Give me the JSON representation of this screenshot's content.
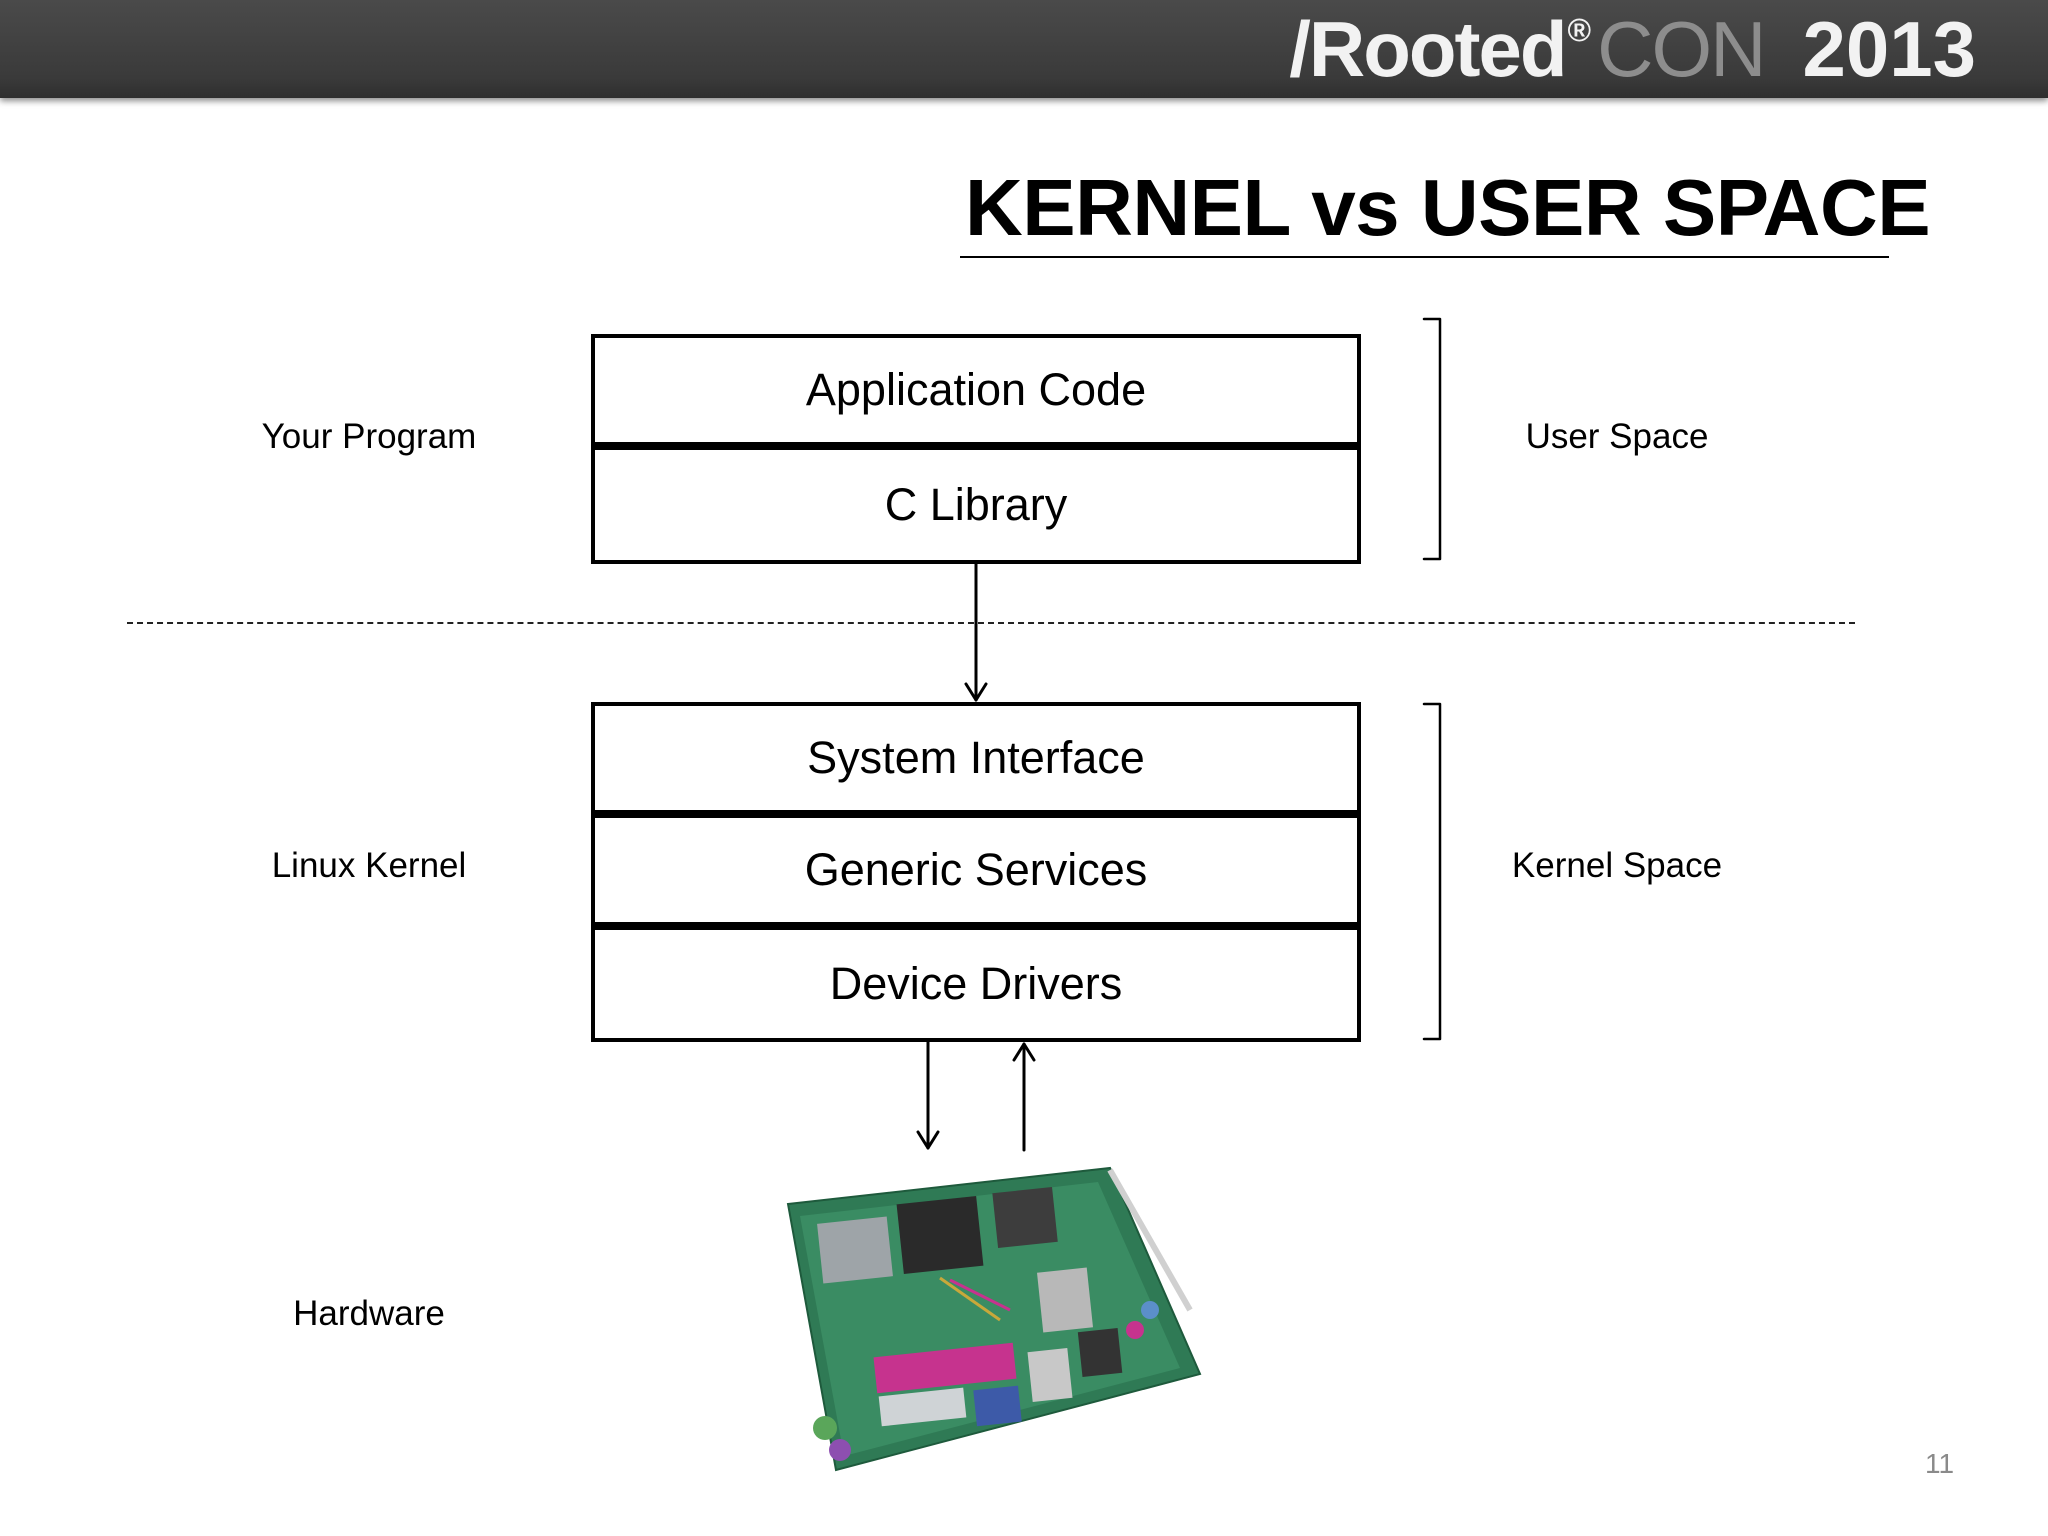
{
  "header": {
    "logo": {
      "rooted": "/Rooted",
      "mark": "®",
      "con": "CON",
      "year": "2013"
    }
  },
  "title": "KERNEL vs USER SPACE",
  "stack": {
    "user": [
      "Application Code",
      "C Library"
    ],
    "kernel": [
      "System Interface",
      "Generic Services",
      "Device Drivers"
    ]
  },
  "left_labels": {
    "your_program": "Your Program",
    "linux_kernel": "Linux Kernel",
    "hardware": "Hardware"
  },
  "right_labels": {
    "user_space": "User Space",
    "kernel_space": "Kernel Space"
  },
  "hardware_image": "motherboard-photo",
  "page_number": "11"
}
